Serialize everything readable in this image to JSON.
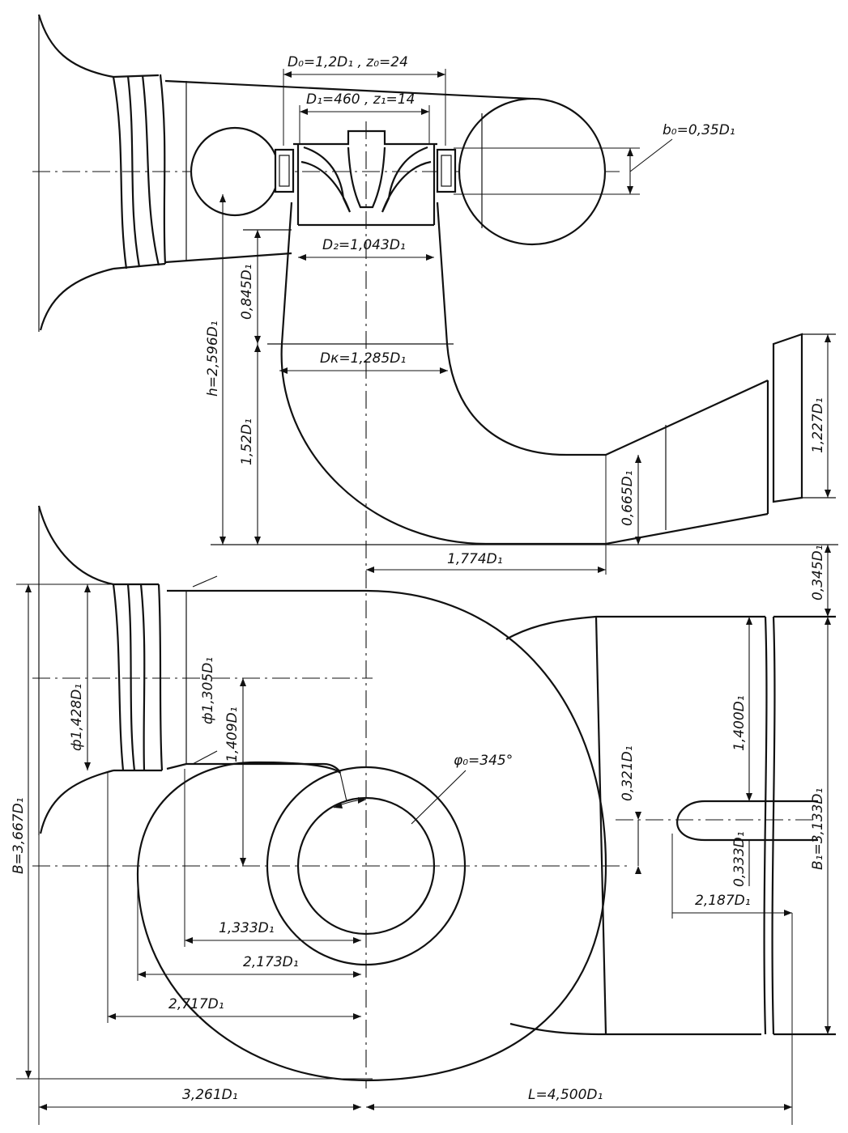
{
  "labels": {
    "d0": "D₀=1,2D₁ , z₀=24",
    "d1": "D₁=460 , z₁=14",
    "b0": "b₀=0,35D₁",
    "d2": "D₂=1,043D₁",
    "h_total": "h=2,596D₁",
    "h_upper": "0,845D₁",
    "dk": "Dк=1,285D₁",
    "h_lower": "1,52D₁",
    "outlet_h": "1,227D₁",
    "elbow_h": "0,665D₁",
    "elbow_len": "1,774D₁",
    "offset": "0,345D₁",
    "phi_1305": "ф1,305D₁",
    "phi_1428": "ф1,428D₁",
    "r_1409": "1,409D₁",
    "phi0": "φ₀=345°",
    "v_0321": "0,321D₁",
    "v_1400": "1,400D₁",
    "b1": "B₁=3,133D₁",
    "v_0333": "0,333D₁",
    "w_2187": "2,187D₁",
    "b_total": "B=3,667D₁",
    "r_1333": "1,333D₁",
    "r_2173": "2,173D₁",
    "r_2717": "2,717D₁",
    "w_3261": "3,261D₁",
    "l_total": "L=4,500D₁"
  },
  "colors": {
    "line": "#111111",
    "background": "#ffffff"
  }
}
